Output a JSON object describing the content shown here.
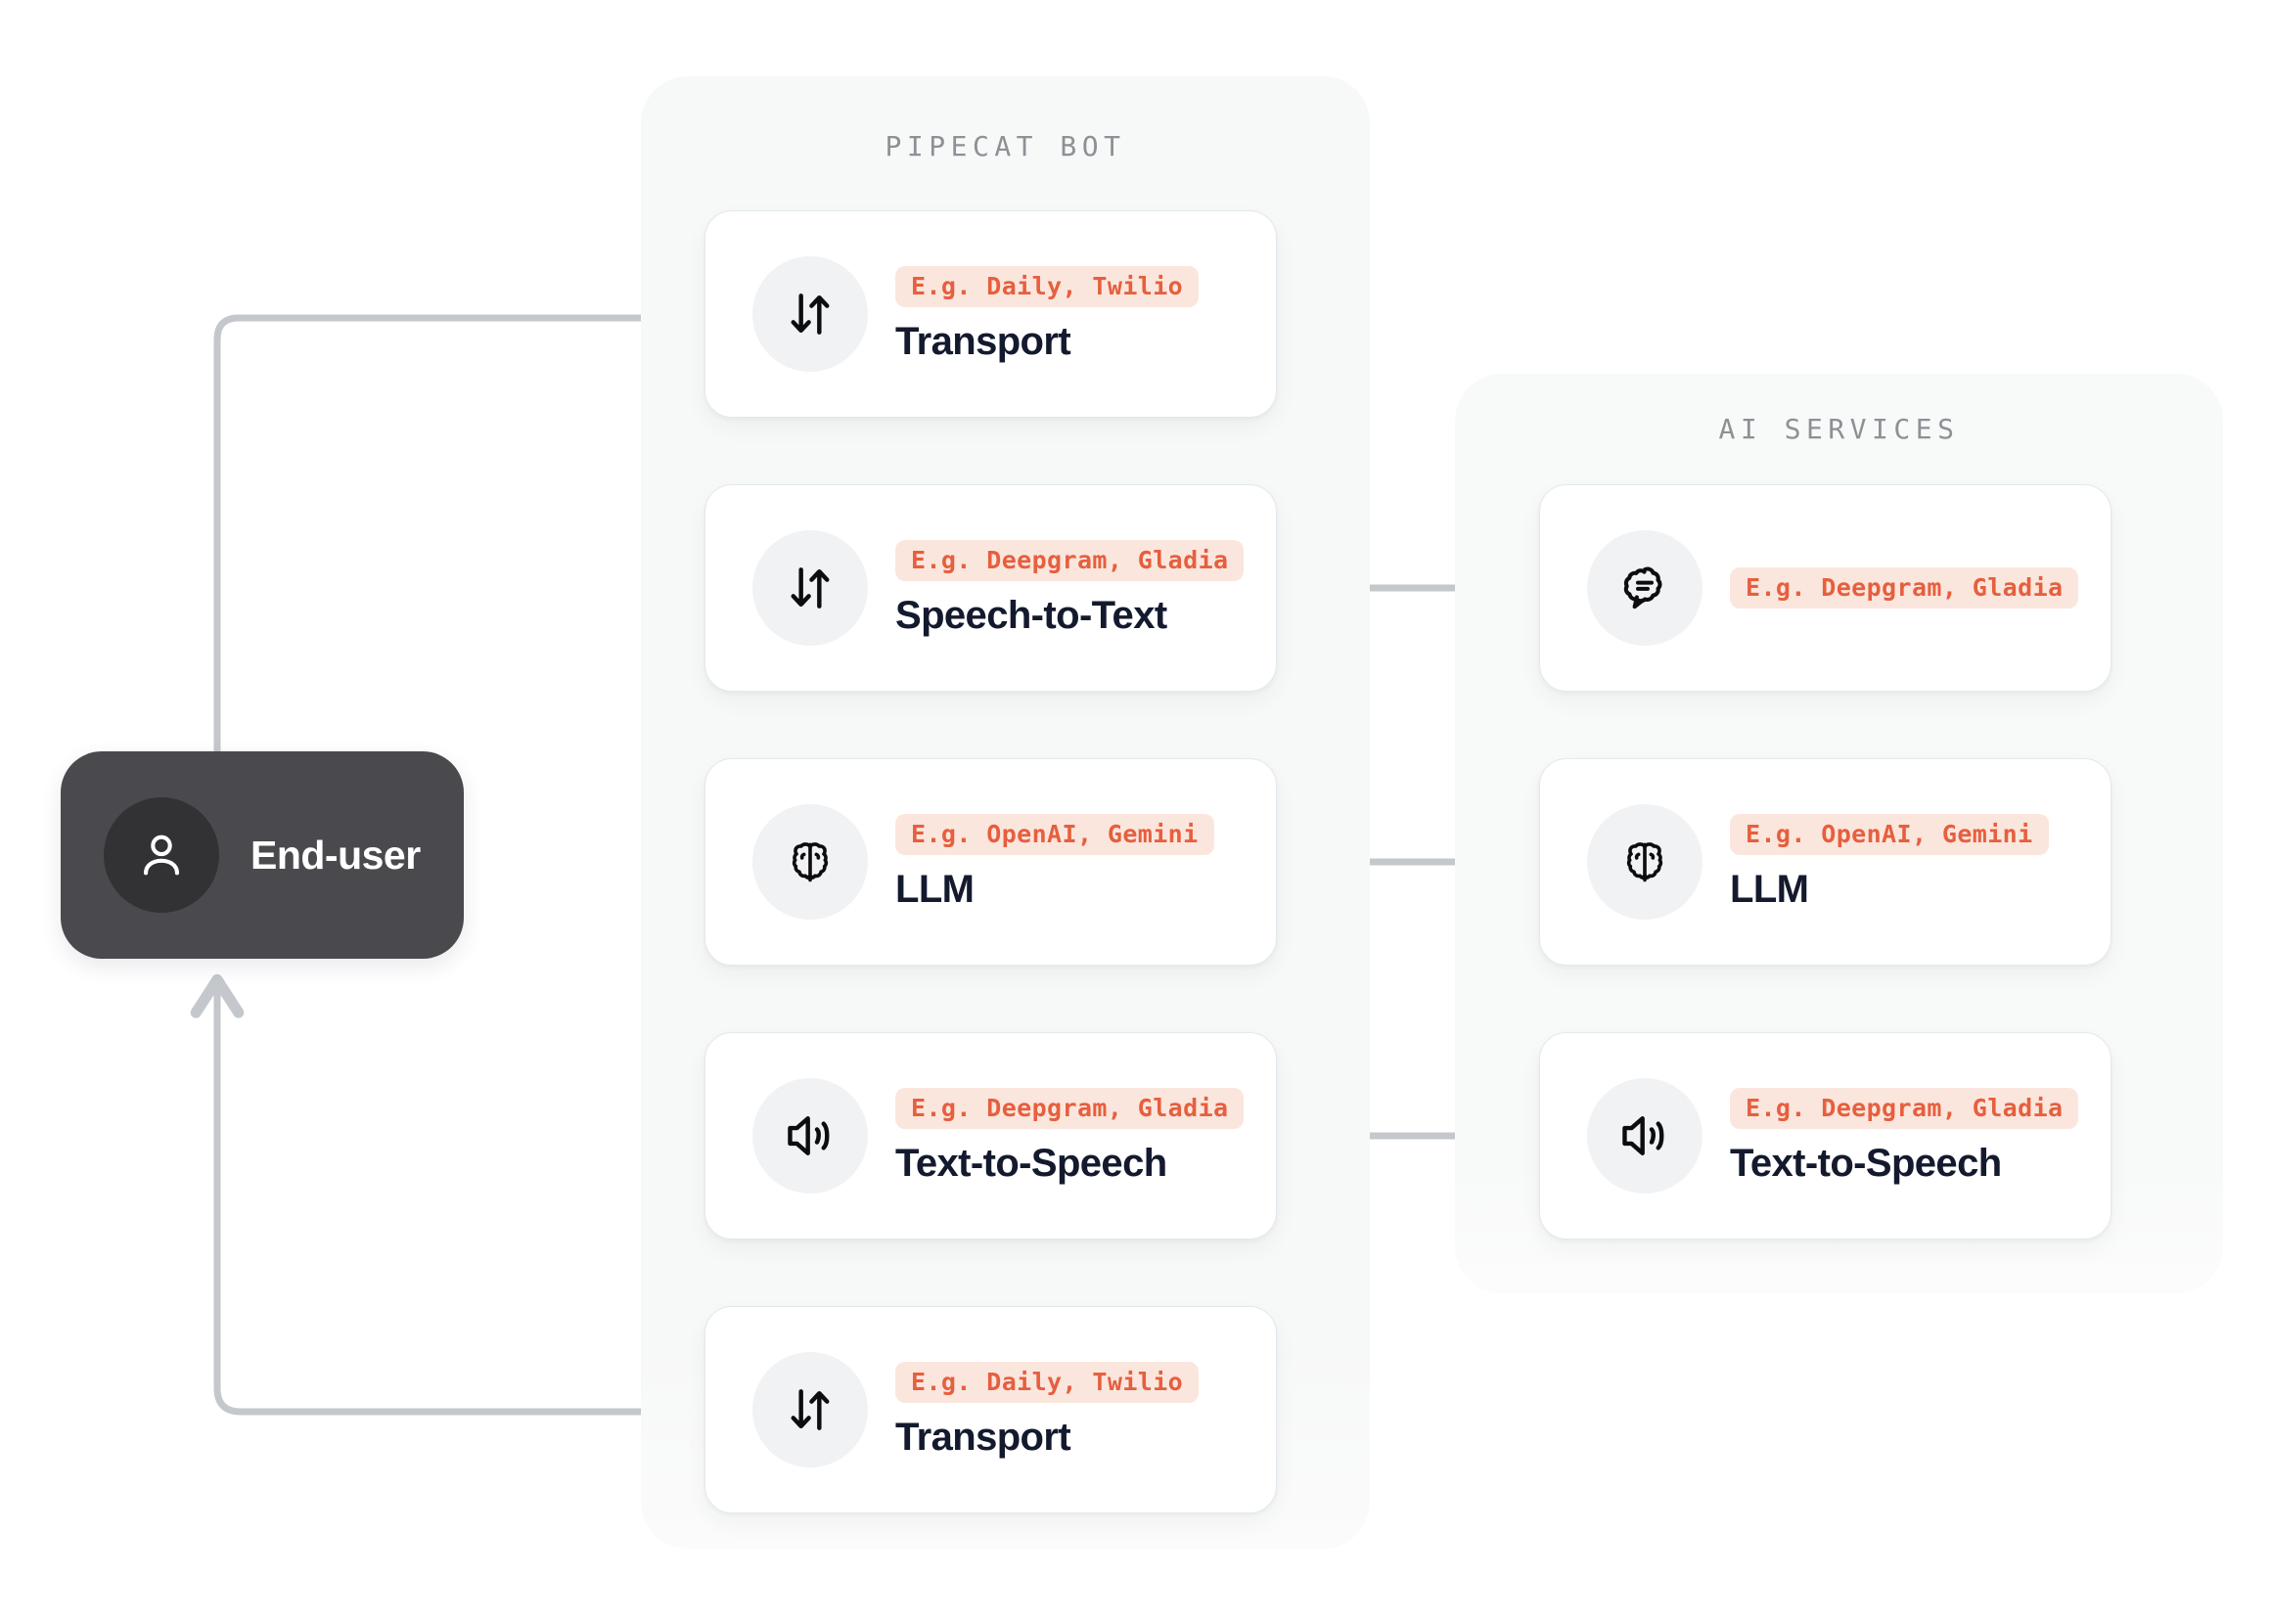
{
  "groups": {
    "pipecat": {
      "title": "PIPECAT BOT"
    },
    "aiservices": {
      "title": "AI SERVICES"
    }
  },
  "end_user": {
    "label": "End-user",
    "icon": "person-icon"
  },
  "colors": {
    "badge_bg": "#fbe6dd",
    "badge_text": "#e65f3e",
    "card_bg": "#ffffff",
    "card_border": "#e3e8ef",
    "panel_bg": "#f7f8f8",
    "title_text": "#141a2e",
    "group_title_text": "#8d9095",
    "end_user_bg": "#4a4a4e",
    "connector": "#c4c7cb"
  },
  "pipecat_cards": [
    {
      "id": "transport-in",
      "icon": "transfer-arrows-icon",
      "badge": "E.g. Daily, Twilio",
      "title": "Transport"
    },
    {
      "id": "stt",
      "icon": "transfer-arrows-icon",
      "badge": "E.g. Deepgram, Gladia",
      "title": "Speech-to-Text"
    },
    {
      "id": "llm",
      "icon": "brain-icon",
      "badge": "E.g. OpenAI, Gemini",
      "title": "LLM"
    },
    {
      "id": "tts",
      "icon": "speaker-icon",
      "badge": "E.g. Deepgram, Gladia",
      "title": "Text-to-Speech"
    },
    {
      "id": "transport-out",
      "icon": "transfer-arrows-icon",
      "badge": "E.g. Daily, Twilio",
      "title": "Transport"
    }
  ],
  "aiservice_cards": [
    {
      "id": "ai-stt",
      "icon": "speech-bubble-icon",
      "badge": "E.g. Deepgram, Gladia",
      "title": ""
    },
    {
      "id": "ai-llm",
      "icon": "brain-icon",
      "badge": "E.g. OpenAI, Gemini",
      "title": "LLM"
    },
    {
      "id": "ai-tts",
      "icon": "speaker-icon",
      "badge": "E.g. Deepgram, Gladia",
      "title": "Text-to-Speech"
    }
  ],
  "connectors": [
    {
      "name": "end-user-to-transport-in",
      "direction": "one-way"
    },
    {
      "name": "transport-in-to-stt",
      "direction": "one-way"
    },
    {
      "name": "stt-to-llm",
      "direction": "one-way"
    },
    {
      "name": "llm-to-tts",
      "direction": "one-way"
    },
    {
      "name": "tts-to-transport-out",
      "direction": "one-way"
    },
    {
      "name": "transport-out-to-end-user",
      "direction": "one-way"
    },
    {
      "name": "stt-to-ai-stt",
      "direction": "bidirectional"
    },
    {
      "name": "llm-to-ai-llm",
      "direction": "bidirectional"
    },
    {
      "name": "tts-to-ai-tts",
      "direction": "bidirectional"
    }
  ]
}
